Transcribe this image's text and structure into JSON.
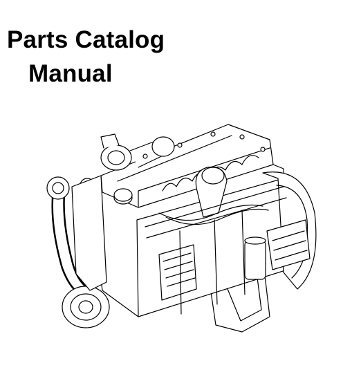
{
  "document": {
    "title_lines": [
      "Parts Catalog",
      "Manual"
    ],
    "illustration_icon": "diesel-engine-line-drawing"
  }
}
